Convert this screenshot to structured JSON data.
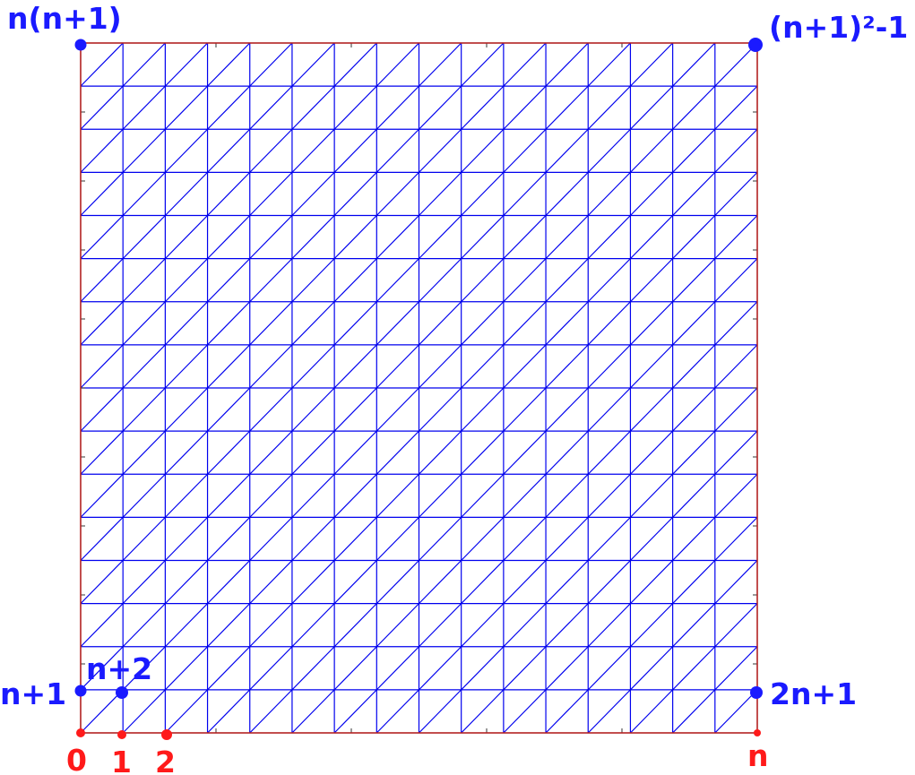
{
  "mesh": {
    "divisions": 16,
    "diagonal": "bottom-left to top-right in every cell",
    "mesh_color": "#0000ee",
    "boundary_color": "#b22222",
    "tick_color": "#333333"
  },
  "colors": {
    "node_blue": "#1a1aff",
    "node_red": "#ff1a1a"
  },
  "labels": {
    "top_left": "n(n+1)",
    "top_right": "(n+1)²-1",
    "left_row1": "n+1",
    "second_row1": "n+2",
    "right_row1": "2n+1",
    "bottom_0": "0",
    "bottom_1": "1",
    "bottom_2": "2",
    "bottom_n": "n"
  }
}
